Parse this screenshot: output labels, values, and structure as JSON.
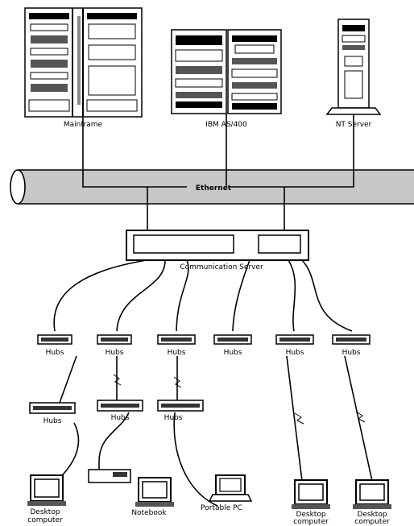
{
  "servers": {
    "left": "Mainframe",
    "center": "IBM AS/400",
    "right": "NT Server"
  },
  "network": {
    "ethernet": "Ethernet",
    "comm_server": "Communication Server"
  },
  "hub_label": "Hubs",
  "devices": {
    "desktop_1": [
      "Desktop",
      "computer"
    ],
    "notebook": "Notebook",
    "portable": "Portable PC",
    "desktop_2": [
      "Desktop",
      "computer"
    ],
    "desktop_3": [
      "Desktop",
      "computer"
    ]
  }
}
